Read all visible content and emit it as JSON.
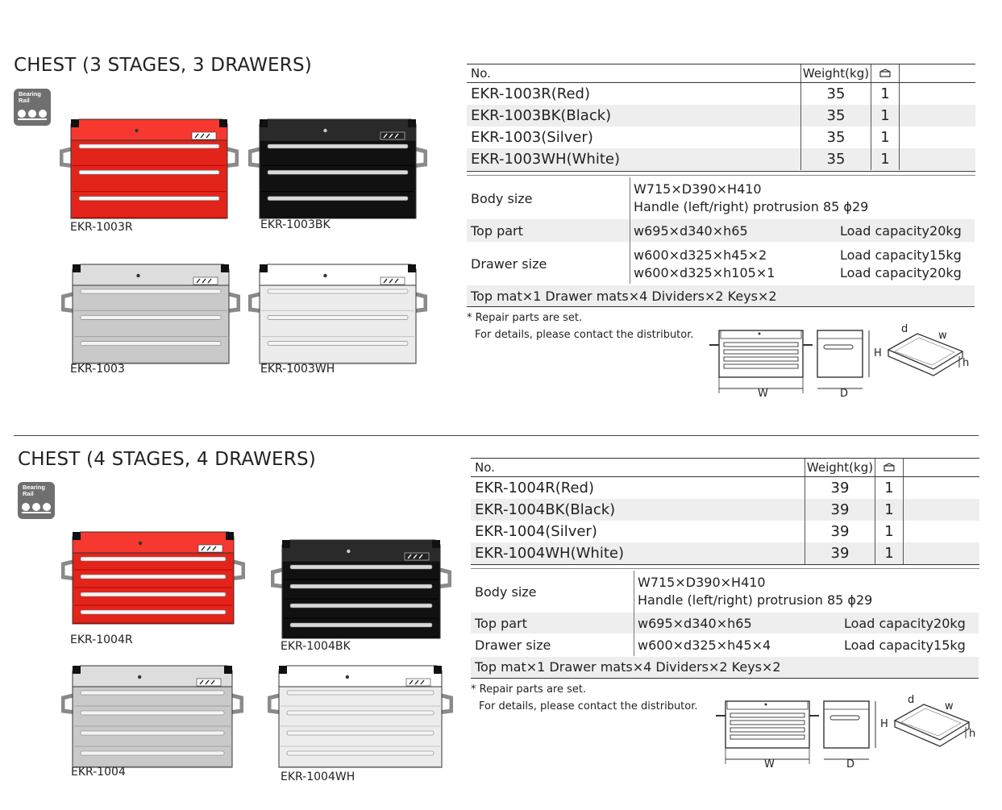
{
  "sections": [
    {
      "title": "CHEST (3 STAGES, 3 DRAWERS)",
      "badge": {
        "line1": "Bearing",
        "line2": "Rail"
      },
      "products": [
        {
          "label": "EKR-1003R",
          "color": "#e3241b"
        },
        {
          "label": "EKR-1003BK",
          "color": "#111111"
        },
        {
          "label": "EKR-1003",
          "color": "#c9c9c9"
        },
        {
          "label": "EKR-1003WH",
          "color": "#ececec"
        }
      ],
      "table": {
        "headers": {
          "no": "No.",
          "weight": "Weight(kg)",
          "qty_icon": "box-icon"
        },
        "rows": [
          {
            "no": "EKR-1003R(Red)",
            "weight": "35",
            "qty": "1"
          },
          {
            "no": "EKR-1003BK(Black)",
            "weight": "35",
            "qty": "1"
          },
          {
            "no": "EKR-1003(Silver)",
            "weight": "35",
            "qty": "1"
          },
          {
            "no": "EKR-1003WH(White)",
            "weight": "35",
            "qty": "1"
          }
        ]
      },
      "specs": {
        "body_label": "Body size",
        "body_line1": "W715×D390×H410",
        "body_line2": "Handle (left/right) protrusion 85 ϕ29",
        "top_label": "Top part",
        "top_value": "w695×d340×h65",
        "top_load": "Load capacity20kg",
        "drawer_label": "Drawer size",
        "drawer_line1": "w600×d325×h45×2",
        "drawer_load1": "Load capacity15kg",
        "drawer_line2": "w600×d325×h105×1",
        "drawer_load2": "Load capacity20kg",
        "accessories": "Top mat×1 Drawer mats×4 Dividers×2 Keys×2"
      },
      "notes": {
        "line1": "* Repair parts are set.",
        "line2": "For details, please contact the distributor."
      },
      "dims": {
        "w": "W",
        "d": "D",
        "h": "H",
        "dd": "d",
        "dw": "w",
        "dh": "h"
      }
    },
    {
      "title": "CHEST (4 STAGES, 4 DRAWERS)",
      "badge": {
        "line1": "Bearing",
        "line2": "Rail"
      },
      "products": [
        {
          "label": "EKR-1004R",
          "color": "#e3241b"
        },
        {
          "label": "EKR-1004BK",
          "color": "#111111"
        },
        {
          "label": "EKR-1004",
          "color": "#c9c9c9"
        },
        {
          "label": "EKR-1004WH",
          "color": "#ececec"
        }
      ],
      "table": {
        "headers": {
          "no": "No.",
          "weight": "Weight(kg)",
          "qty_icon": "box-icon"
        },
        "rows": [
          {
            "no": "EKR-1004R(Red)",
            "weight": "39",
            "qty": "1"
          },
          {
            "no": "EKR-1004BK(Black)",
            "weight": "39",
            "qty": "1"
          },
          {
            "no": "EKR-1004(Silver)",
            "weight": "39",
            "qty": "1"
          },
          {
            "no": "EKR-1004WH(White)",
            "weight": "39",
            "qty": "1"
          }
        ]
      },
      "specs": {
        "body_label": "Body size",
        "body_line1": "W715×D390×H410",
        "body_line2": "Handle (left/right) protrusion 85 ϕ29",
        "top_label": "Top part",
        "top_value": "w695×d340×h65",
        "top_load": "Load capacity20kg",
        "drawer_label": "Drawer size",
        "drawer_line1": "w600×d325×h45×4",
        "drawer_load1": "Load capacity15kg",
        "accessories": "Top mat×1 Drawer mats×4 Dividers×2 Keys×2"
      },
      "notes": {
        "line1": "* Repair parts are set.",
        "line2": "For details, please contact the distributor."
      },
      "dims": {
        "w": "W",
        "d": "D",
        "h": "H",
        "dd": "d",
        "dw": "w",
        "dh": "h"
      }
    }
  ]
}
